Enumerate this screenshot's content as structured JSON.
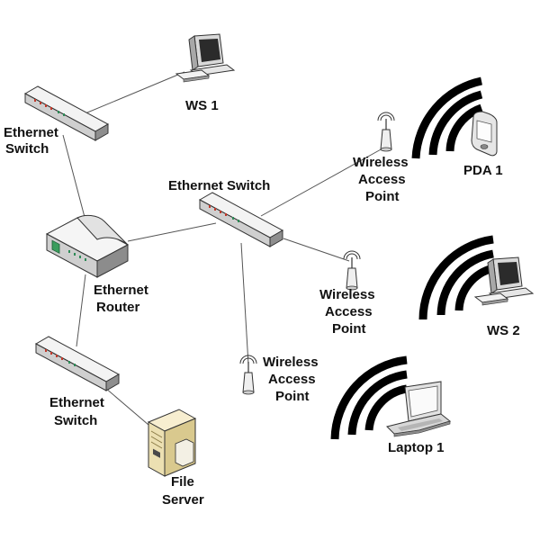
{
  "diagram": {
    "labels": {
      "ws1": [
        "WS 1"
      ],
      "switch_top": [
        "Ethernet",
        "Switch"
      ],
      "switch_center": [
        "Ethernet Switch"
      ],
      "router": [
        "Ethernet",
        "Router"
      ],
      "switch_bottom": [
        "Ethernet",
        "Switch"
      ],
      "file_server": [
        "File",
        "Server"
      ],
      "wap_top": [
        "Wireless",
        "Access",
        "Point"
      ],
      "wap_mid": [
        "Wireless",
        "Access",
        "Point"
      ],
      "wap_bottom": [
        "Wireless",
        "Access",
        "Point"
      ],
      "pda1": [
        "PDA 1"
      ],
      "ws2": [
        "WS 2"
      ],
      "laptop1": [
        "Laptop 1"
      ]
    },
    "icons": {
      "workstation": "desktop-computer-icon",
      "switch": "ethernet-switch-icon",
      "router": "ethernet-router-icon",
      "server": "file-server-icon",
      "access_point": "wireless-access-point-icon",
      "pda": "pda-icon",
      "laptop": "laptop-icon",
      "signal": "wireless-signal-icon"
    },
    "colors": {
      "line": "#555555",
      "device_body": "#e8e8e8",
      "device_dark": "#8c8c8c",
      "signal_arc": "#000000",
      "server_body": "#f1e6bf",
      "port_leds": "#c0392b"
    }
  }
}
